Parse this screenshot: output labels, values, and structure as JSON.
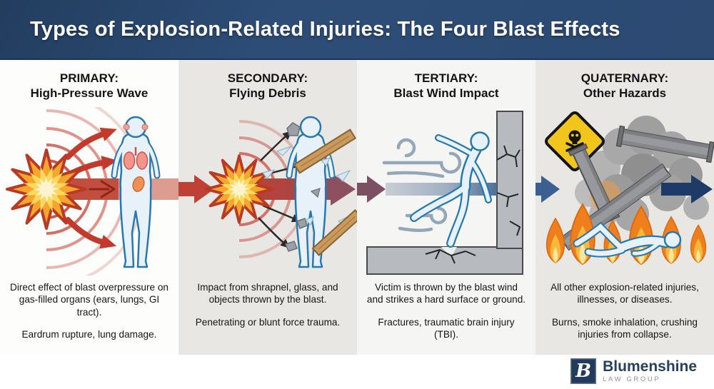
{
  "header": {
    "title": "Types of Explosion-Related Injuries: The Four Blast Effects"
  },
  "panels": [
    {
      "title": "PRIMARY:",
      "subtitle": "High-Pressure Wave",
      "description": "Direct effect of blast overpressure on gas-filled organs (ears, lungs, GI tract).",
      "effect": "Eardrum rupture, lung damage.",
      "illustration": "explosion-shockwave-hitting-body-organs"
    },
    {
      "title": "SECONDARY:",
      "subtitle": "Flying Debris",
      "description": "Impact from shrapnel, glass, and objects thrown by the blast.",
      "effect": "Penetrating or blunt force trauma.",
      "illustration": "explosion-throwing-shrapnel-glass-wood-at-body"
    },
    {
      "title": "TERTIARY:",
      "subtitle": "Blast Wind Impact",
      "description": "Victim is thrown by the blast wind and strikes a hard surface or ground.",
      "effect": "Fractures, traumatic brain injury (TBI).",
      "illustration": "blast-wind-throwing-victim-against-cracked-wall"
    },
    {
      "title": "QUATERNARY:",
      "subtitle": "Other Hazards",
      "description": "All other explosion-related injuries, illnesses, or diseases.",
      "effect": "Burns, smoke inhalation, crushing injuries from collapse.",
      "illustration": "fire-smoke-collapsed-beams-toxic-hazard-victim"
    }
  ],
  "footer": {
    "logo_initial": "B",
    "logo_name": "Blumenshine",
    "logo_subtitle": "LAW GROUP"
  },
  "colors": {
    "header_bg": "#2c4a72",
    "blast_red": "#bf4136",
    "blast_maroon": "#7d4f63",
    "wind_blue": "#3b5f90",
    "exit_navy": "#1e3a66",
    "hazard_yellow": "#f2c51d",
    "body_blue": "#2878b0",
    "panel_gray": "#e8e7e4"
  }
}
